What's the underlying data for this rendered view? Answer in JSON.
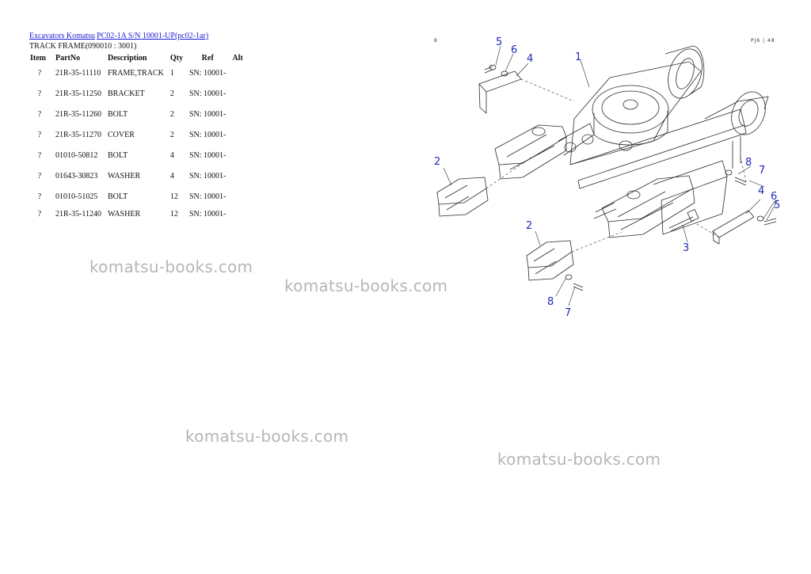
{
  "breadcrumb": {
    "link1": "Excavators Komatsu",
    "link2": "PC02-1A S/N 10001-UP(pc02-1ar)"
  },
  "page_subtitle": "TRACK FRAME(090010 : 3001)",
  "table": {
    "headers": [
      "Item",
      "PartNo",
      "Description",
      "Qty",
      "Ref",
      "Alt"
    ],
    "rows": [
      {
        "item": "?",
        "part_no": "21R-35-11110",
        "description": "FRAME,TRACK",
        "qty": "1",
        "ref": "SN: 10001-",
        "alt": ""
      },
      {
        "item": "?",
        "part_no": "21R-35-11250",
        "description": "BRACKET",
        "qty": "2",
        "ref": "SN: 10001-",
        "alt": ""
      },
      {
        "item": "?",
        "part_no": "21R-35-11260",
        "description": "BOLT",
        "qty": "2",
        "ref": "SN: 10001-",
        "alt": ""
      },
      {
        "item": "?",
        "part_no": "21R-35-11270",
        "description": "COVER",
        "qty": "2",
        "ref": "SN: 10001-",
        "alt": ""
      },
      {
        "item": "?",
        "part_no": "01010-50812",
        "description": "BOLT",
        "qty": "4",
        "ref": "SN: 10001-",
        "alt": ""
      },
      {
        "item": "?",
        "part_no": "01643-30823",
        "description": "WASHER",
        "qty": "4",
        "ref": "SN: 10001-",
        "alt": ""
      },
      {
        "item": "?",
        "part_no": "01010-51025",
        "description": "BOLT",
        "qty": "12",
        "ref": "SN: 10001-",
        "alt": ""
      },
      {
        "item": "?",
        "part_no": "21R-35-11240",
        "description": "WASHER",
        "qty": "12",
        "ref": "SN: 10001-",
        "alt": ""
      }
    ]
  },
  "diagram": {
    "corner_left": "8",
    "corner_right": "PJ6 | 48",
    "callouts": [
      "1",
      "2",
      "2",
      "3",
      "4",
      "4",
      "5",
      "5",
      "6",
      "6",
      "7",
      "7",
      "8",
      "8"
    ]
  },
  "watermarks": [
    "komatsu-books.com",
    "komatsu-books.com",
    "komatsu-books.com",
    "komatsu-books.com"
  ],
  "colors": {
    "link": "#1a1ad4",
    "callout": "#1d2bb0",
    "watermark": "#b6b6b6"
  }
}
